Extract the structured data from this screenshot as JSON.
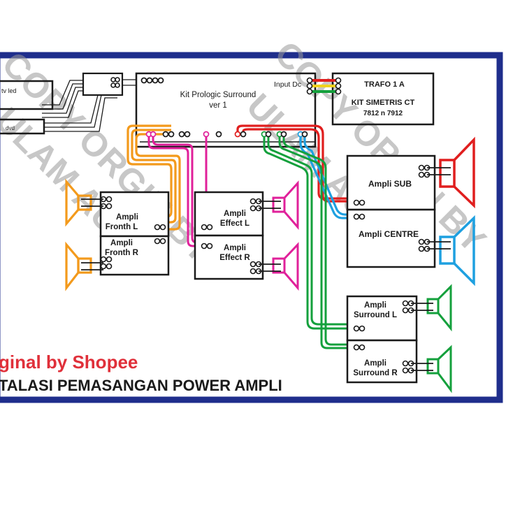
{
  "colors": {
    "frame": "#1f2e8c",
    "box": "#1a1a1a",
    "orange": "#f39a1c",
    "pink": "#e0209a",
    "red": "#e01e1e",
    "blue": "#1ea0e0",
    "green": "#14a03c",
    "yellow": "#f0d21e",
    "watermark": "#9a9a9a",
    "shopee": "#e0303a"
  },
  "labels": {
    "tv_led": "tv led",
    "dvd": "dvd",
    "prologic_line1": "Kit Prologic Surround",
    "prologic_line2": "ver 1",
    "input_dc": "Input Dc",
    "trafo": "TRAFO 1 A",
    "kit_simetris": "KIT SIMETRIS CT",
    "regulator": "7812 n 7912",
    "fronth_l_1": "Ampli",
    "fronth_l_2": "Fronth L",
    "fronth_r_1": "Ampli",
    "fronth_r_2": "Fronth R",
    "effect_l_1": "Ampli",
    "effect_l_2": "Effect L",
    "effect_r_1": "Ampli",
    "effect_r_2": "Effect R",
    "sub": "Ampli SUB",
    "centre": "Ampli CENTRE",
    "surround_l_1": "Ampli",
    "surround_l_2": "Surround L",
    "surround_r_1": "Ampli",
    "surround_r_2": "Surround R"
  },
  "footer": {
    "shopee": "ginal by Shopee",
    "title": "TALASI PEMASANGAN POWER AMPLI"
  },
  "watermark": {
    "text_1": "COPY ORGIN BY",
    "text_2": "ULAM AUDIO",
    "text_3": "COPY ORGIN BY",
    "text_4": "ULAM AUDIO"
  }
}
